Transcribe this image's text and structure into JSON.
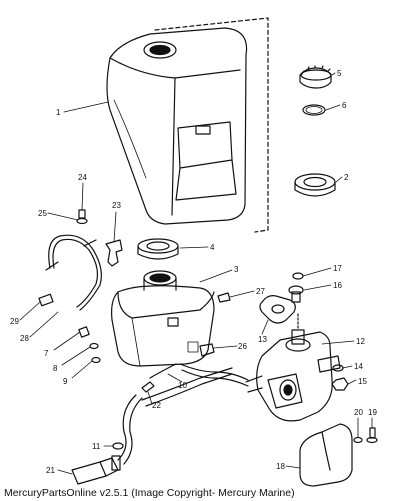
{
  "callouts": [
    {
      "id": "1",
      "label": "1"
    },
    {
      "id": "2",
      "label": "2"
    },
    {
      "id": "3",
      "label": "3"
    },
    {
      "id": "4",
      "label": "4"
    },
    {
      "id": "5",
      "label": "5"
    },
    {
      "id": "6",
      "label": "6"
    },
    {
      "id": "7",
      "label": "7"
    },
    {
      "id": "8",
      "label": "8"
    },
    {
      "id": "9",
      "label": "9"
    },
    {
      "id": "10",
      "label": "10"
    },
    {
      "id": "11",
      "label": "11"
    },
    {
      "id": "12",
      "label": "12"
    },
    {
      "id": "13",
      "label": "13"
    },
    {
      "id": "14",
      "label": "14"
    },
    {
      "id": "15",
      "label": "15"
    },
    {
      "id": "16",
      "label": "16"
    },
    {
      "id": "17",
      "label": "17"
    },
    {
      "id": "18",
      "label": "18"
    },
    {
      "id": "19",
      "label": "19"
    },
    {
      "id": "20",
      "label": "20"
    },
    {
      "id": "21",
      "label": "21"
    },
    {
      "id": "22",
      "label": "22"
    },
    {
      "id": "23",
      "label": "23"
    },
    {
      "id": "24",
      "label": "24"
    },
    {
      "id": "25",
      "label": "25"
    },
    {
      "id": "26",
      "label": "26"
    },
    {
      "id": "27",
      "label": "27"
    },
    {
      "id": "28",
      "label": "28"
    },
    {
      "id": "29",
      "label": "29"
    }
  ],
  "footer": {
    "text": "MercuryPartsOnline v2.5.1 (Image Copyright- Mercury Marine)"
  }
}
